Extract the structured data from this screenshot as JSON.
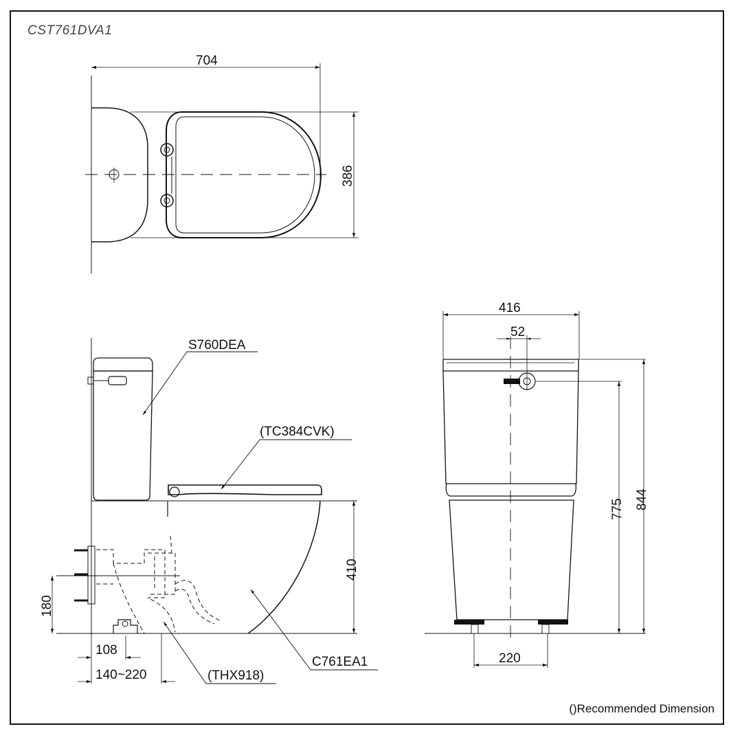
{
  "title": "CST761DVA1",
  "note": "()Recommended Dimension",
  "top_view": {
    "dimensions": {
      "length": "704",
      "width": "386"
    }
  },
  "side_view": {
    "labels": {
      "tank": "S760DEA",
      "seat": "(TC384CVK)",
      "bowl": "C761EA1",
      "flange": "(THX918)"
    },
    "dimensions": {
      "bowl_height": "410",
      "inlet_height": "180",
      "rough_in_min": "108",
      "rough_in_range": "140~220"
    }
  },
  "front_view": {
    "dimensions": {
      "overall_width": "416",
      "inlet_offset": "52",
      "inlet_height": "775",
      "overall_height": "844",
      "bolt_spacing": "220"
    }
  },
  "colors": {
    "line": "#111111",
    "dashed": "#333333",
    "background": "#ffffff"
  }
}
